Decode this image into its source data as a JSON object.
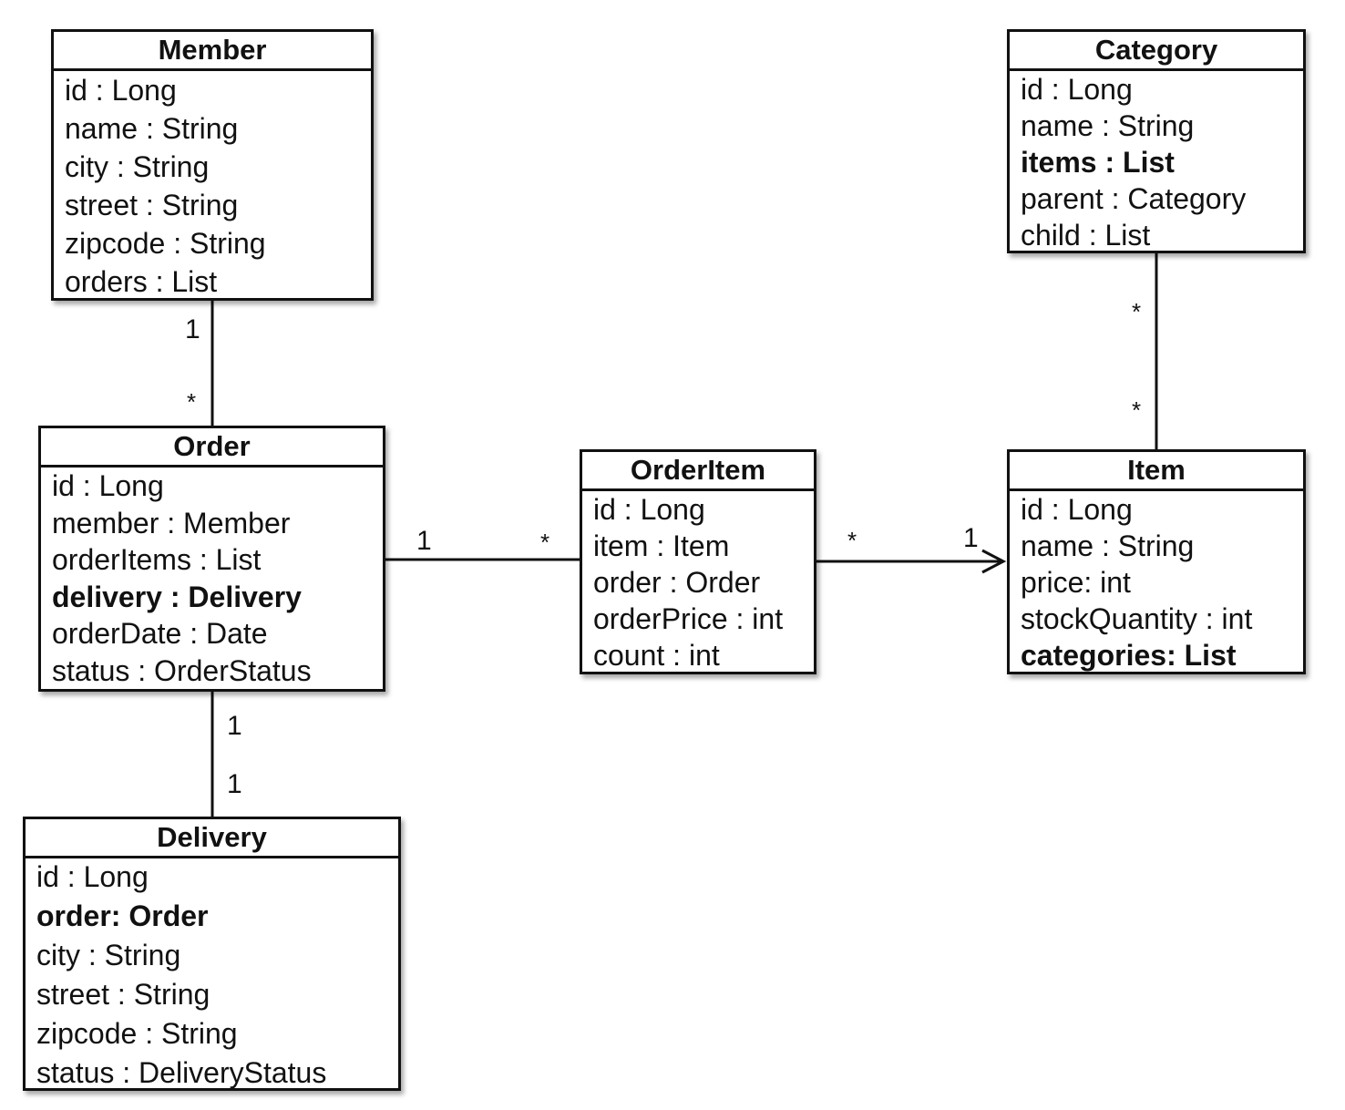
{
  "entities": {
    "member": {
      "title": "Member",
      "attrs": [
        {
          "text": "id : Long",
          "bold": false
        },
        {
          "text": "name : String",
          "bold": false
        },
        {
          "text": "city : String",
          "bold": false
        },
        {
          "text": "street : String",
          "bold": false
        },
        {
          "text": "zipcode : String",
          "bold": false
        },
        {
          "text": "orders : List",
          "bold": false
        }
      ]
    },
    "order": {
      "title": "Order",
      "attrs": [
        {
          "text": "id : Long",
          "bold": false
        },
        {
          "text": "member : Member",
          "bold": false
        },
        {
          "text": "orderItems : List",
          "bold": false
        },
        {
          "text": "delivery : Delivery",
          "bold": true
        },
        {
          "text": "orderDate : Date",
          "bold": false
        },
        {
          "text": "status : OrderStatus",
          "bold": false
        }
      ]
    },
    "delivery": {
      "title": "Delivery",
      "attrs": [
        {
          "text": "id : Long",
          "bold": false
        },
        {
          "text": "order: Order",
          "bold": true
        },
        {
          "text": "city : String",
          "bold": false
        },
        {
          "text": "street : String",
          "bold": false
        },
        {
          "text": "zipcode : String",
          "bold": false
        },
        {
          "text": "status : DeliveryStatus",
          "bold": false
        }
      ]
    },
    "orderitem": {
      "title": "OrderItem",
      "attrs": [
        {
          "text": "id : Long",
          "bold": false
        },
        {
          "text": "item : Item",
          "bold": false
        },
        {
          "text": "order : Order",
          "bold": false
        },
        {
          "text": "orderPrice : int",
          "bold": false
        },
        {
          "text": "count : int",
          "bold": false
        }
      ]
    },
    "category": {
      "title": "Category",
      "attrs": [
        {
          "text": "id : Long",
          "bold": false
        },
        {
          "text": "name : String",
          "bold": false
        },
        {
          "text": "items : List",
          "bold": true
        },
        {
          "text": "parent : Category",
          "bold": false
        },
        {
          "text": "child : List",
          "bold": false
        }
      ]
    },
    "item": {
      "title": "Item",
      "attrs": [
        {
          "text": "id : Long",
          "bold": false
        },
        {
          "text": "name : String",
          "bold": false
        },
        {
          "text": "price: int",
          "bold": false
        },
        {
          "text": "stockQuantity : int",
          "bold": false
        },
        {
          "text": "categories: List",
          "bold": true
        }
      ]
    }
  },
  "relationships": {
    "member_order": {
      "member_end": "1",
      "order_end": "*"
    },
    "order_orderitem": {
      "order_end": "1",
      "orderitem_end": "*"
    },
    "orderitem_item": {
      "orderitem_end": "*",
      "item_end": "1",
      "arrow": "to-item"
    },
    "order_delivery": {
      "order_end": "1",
      "delivery_end": "1"
    },
    "category_item": {
      "category_end": "*",
      "item_end": "*"
    }
  },
  "colors": {
    "line": "#111111",
    "box_fill": "#ffffff"
  }
}
